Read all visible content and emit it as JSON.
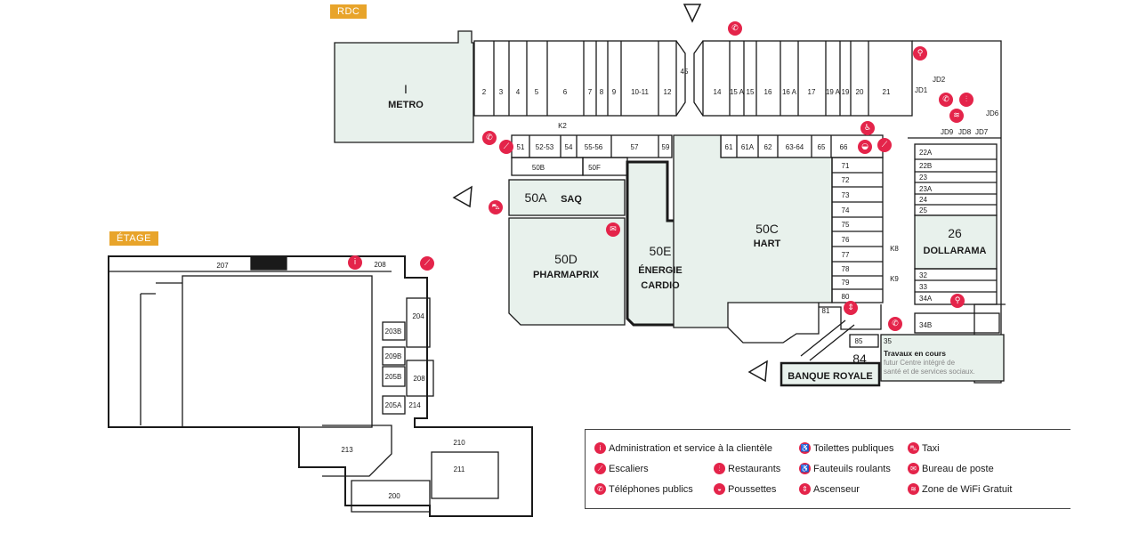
{
  "levels": {
    "ground": "RDC",
    "upper": "ÉTAGE"
  },
  "colors": {
    "accent": "#e4244a",
    "tag": "#e8a42a",
    "store_fill": "#e8f1ec",
    "wall": "#1a1a1a"
  },
  "stores": {
    "metro_num": "I",
    "metro": "METRO",
    "saq_num": "50A",
    "saq": "SAQ",
    "pharma_num": "50D",
    "pharma": "PHARMAPRIX",
    "energie_num": "50E",
    "energie1": "ÉNERGIE",
    "energie2": "CARDIO",
    "hart_num": "50C",
    "hart": "HART",
    "dollarama_num": "26",
    "dollarama": "DOLLARAMA",
    "banque_num": "84",
    "banque": "BANQUE ROYALE",
    "travaux_num": "35",
    "travaux_title": "Travaux en cours",
    "travaux_l1": "futur Centre intégré de",
    "travaux_l2": "santé et de services sociaux."
  },
  "top_units": [
    "2",
    "3",
    "4",
    "5",
    "6",
    "7",
    "8",
    "9",
    "10-11",
    "12"
  ],
  "top_units_right": [
    "14",
    "15 A",
    "15",
    "16",
    "16 A",
    "17",
    "19 A",
    "19",
    "20",
    "21"
  ],
  "row2_units": [
    "51",
    "52-53",
    "54",
    "55-56",
    "57",
    "59"
  ],
  "row2_units_right": [
    "61",
    "61A",
    "62",
    "63-64",
    "65",
    "66"
  ],
  "hart_column": [
    "71",
    "72",
    "73",
    "74",
    "75",
    "76",
    "77",
    "78",
    "79",
    "80"
  ],
  "right_column": [
    "22A",
    "22B",
    "23",
    "23A",
    "24",
    "25"
  ],
  "right_column_low": [
    "32",
    "33",
    "34A"
  ],
  "misc": {
    "u45": "45",
    "k2": "K2",
    "k8": "K8",
    "k9": "K9",
    "u50b": "50B",
    "u50f": "50F",
    "u81": "81",
    "u85": "85",
    "u34b": "34B",
    "jd1": "JD1",
    "jd2": "JD2",
    "jd6": "JD6",
    "jd7": "JD7",
    "jd8": "JD8",
    "jd9": "JD9"
  },
  "upper_units": {
    "u207": "207",
    "u208a": "208",
    "u204": "204",
    "u203b": "203B",
    "u209b": "209B",
    "u205b": "205B",
    "u208b": "208",
    "u205a": "205A",
    "u214": "214",
    "u213": "213",
    "u210": "210",
    "u211": "211",
    "u200": "200"
  },
  "legend": [
    {
      "icon": "info-icon",
      "glyph": "i",
      "label": "Administration et service à la clientèle"
    },
    {
      "icon": "toilets-icon",
      "glyph": "♿",
      "label": "Toilettes publiques"
    },
    {
      "icon": "taxi-icon",
      "glyph": "⛍",
      "label": "Taxi"
    },
    {
      "icon": "stairs-icon",
      "glyph": "⟋",
      "label": "Escaliers"
    },
    {
      "icon": "restaurant-icon",
      "glyph": "⫶",
      "label": "Restaurants"
    },
    {
      "icon": "wheelchair-icon",
      "glyph": "♿",
      "label": "Fauteuils roulants"
    },
    {
      "icon": "mail-icon",
      "glyph": "✉",
      "label": "Bureau de poste"
    },
    {
      "icon": "phone-icon",
      "glyph": "✆",
      "label": "Téléphones publics"
    },
    {
      "icon": "stroller-icon",
      "glyph": "◒",
      "label": "Poussettes"
    },
    {
      "icon": "elevator-icon",
      "glyph": "⇕",
      "label": "Ascenseur"
    },
    {
      "icon": "wifi-icon",
      "glyph": "≋",
      "label": "Zone de WiFi Gratuit"
    }
  ]
}
